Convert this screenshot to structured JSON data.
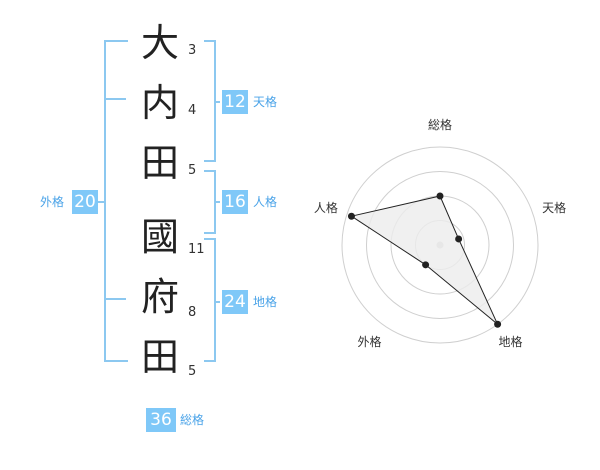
{
  "name_chars": [
    {
      "char": "大",
      "strokes": "3"
    },
    {
      "char": "内",
      "strokes": "4"
    },
    {
      "char": "田",
      "strokes": "5"
    },
    {
      "char": "國",
      "strokes": "11"
    },
    {
      "char": "府",
      "strokes": "8"
    },
    {
      "char": "田",
      "strokes": "5"
    }
  ],
  "scores": {
    "tenkaku": {
      "value": "12",
      "label": "天格"
    },
    "jinkaku": {
      "value": "16",
      "label": "人格"
    },
    "chikaku": {
      "value": "24",
      "label": "地格"
    },
    "gaikaku": {
      "value": "20",
      "label": "外格"
    },
    "soukaku": {
      "value": "36",
      "label": "総格"
    }
  },
  "colors": {
    "accent": "#7fc8f8",
    "label": "#4aa3e8",
    "bracket": "#8cc8f0"
  },
  "chart_data": {
    "type": "radar",
    "axes": [
      "総格",
      "天格",
      "地格",
      "外格",
      "人格"
    ],
    "values": [
      0.5,
      0.2,
      1.0,
      0.25,
      0.95
    ],
    "range": [
      0,
      1
    ],
    "grid": true,
    "rings": 4
  }
}
